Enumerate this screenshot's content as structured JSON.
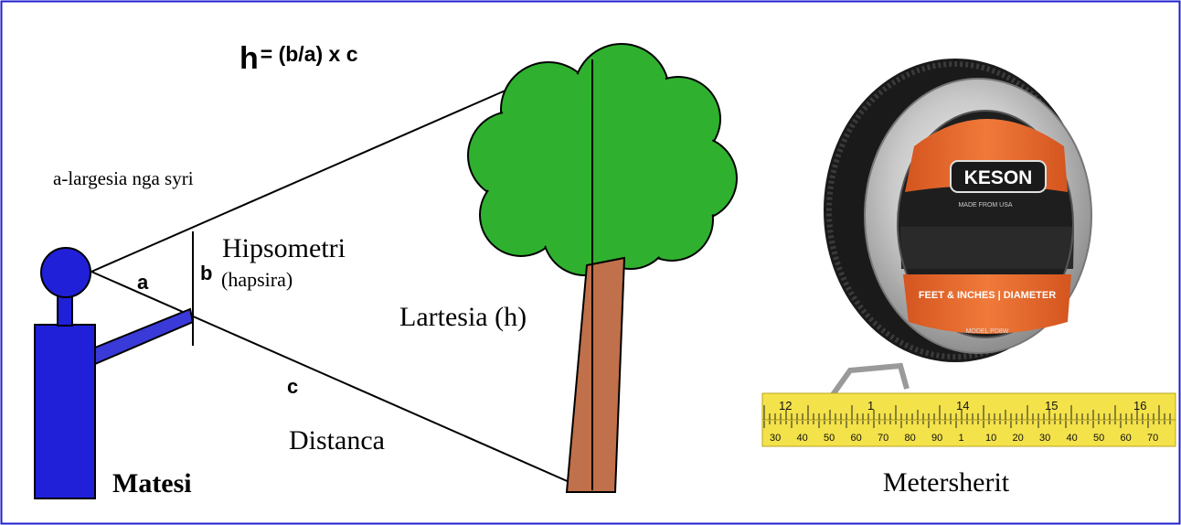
{
  "formula": {
    "h": "h",
    "rest": "= (b/a) x c"
  },
  "labels": {
    "eye_width": "a-largesia nga syri",
    "a": "a",
    "b": "b",
    "c": "c",
    "hypsometer": "Hipsometri",
    "hypsometer_sub": "(hapsira)",
    "height": "Lartesia (h)",
    "distance": "Distanca",
    "observer": "Matesi",
    "tape_caption": "Metersherit"
  },
  "tape": {
    "brand": "KESON",
    "slogan": "MADE FROM USA",
    "band_text": "FEET & INCHES | DIAMETER",
    "model": "MODEL PD8W",
    "ruler_top_numbers": [
      "12",
      "1",
      "14",
      "15",
      "16"
    ],
    "ruler_bottom_numbers": [
      "30",
      "40",
      "50",
      "60",
      "70",
      "80",
      "90",
      "1",
      "10",
      "20",
      "30",
      "40",
      "50",
      "60",
      "70"
    ]
  },
  "colors": {
    "frame": "#1f1fd0",
    "observer_blue": "#2020d8",
    "arm_blue": "#3a3ad8",
    "leaf_green": "#2fb12f",
    "trunk_brown": "#c0704a",
    "tape_orange": "#e8662a",
    "ruler_yellow": "#f3e24a"
  }
}
